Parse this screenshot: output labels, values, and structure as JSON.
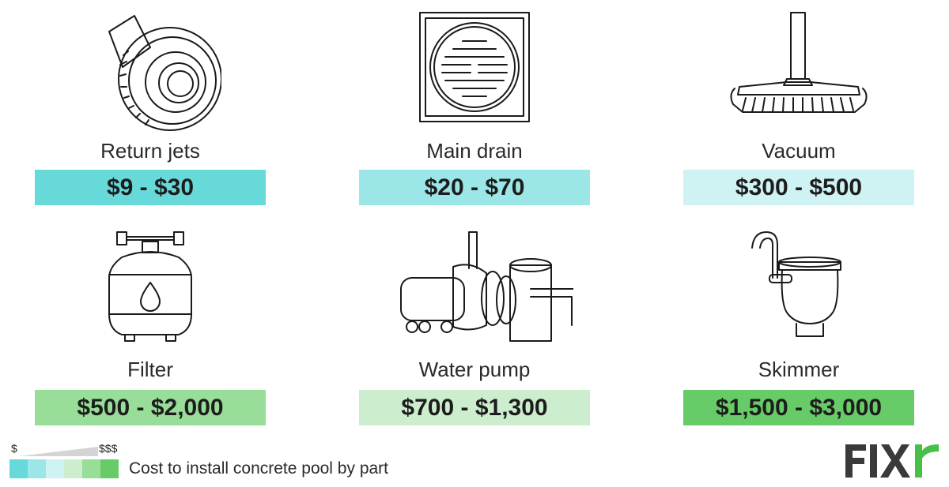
{
  "parts": [
    {
      "name": "Return jets",
      "price": "$9 - $30",
      "color": "#67d9d9",
      "icon": "return-jets-icon"
    },
    {
      "name": "Main drain",
      "price": "$20 - $70",
      "color": "#9be6e6",
      "icon": "main-drain-icon"
    },
    {
      "name": "Vacuum",
      "price": "$300 - $500",
      "color": "#cff2f2",
      "icon": "vacuum-icon"
    },
    {
      "name": "Filter",
      "price": "$500 - $2,000",
      "color": "#98dd98",
      "icon": "filter-icon"
    },
    {
      "name": "Water pump",
      "price": "$700 - $1,300",
      "color": "#cdeece",
      "icon": "water-pump-icon"
    },
    {
      "name": "Skimmer",
      "price": "$1,500 - $3,000",
      "color": "#67cc67",
      "icon": "skimmer-icon"
    }
  ],
  "legend": {
    "low": "$",
    "high": "$$$",
    "caption": "Cost to install concrete pool by part",
    "swatches": [
      "#67d9d9",
      "#9be6e6",
      "#cff2f2",
      "#cdeece",
      "#98dd98",
      "#67cc67"
    ]
  },
  "logo": {
    "text": "FIXr",
    "brand_color": "#46c046"
  }
}
